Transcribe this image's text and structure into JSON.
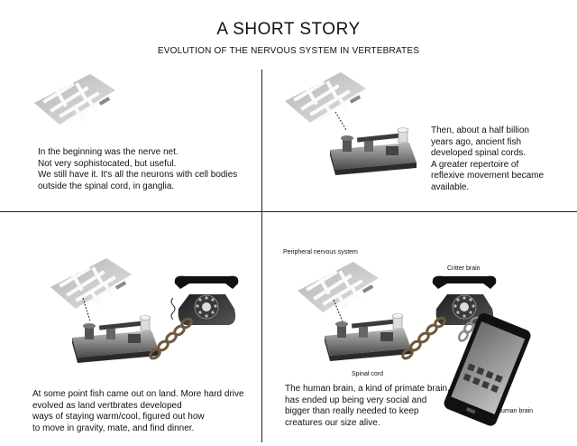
{
  "header": {
    "title": "A SHORT STORY",
    "subtitle": "EVOLUTION OF THE NERVOUS SYSTEM IN VERTEBRATES"
  },
  "panels": {
    "nerve_net": {
      "lines": [
        "In the beginning was the nerve net.",
        "Not very sophistocated, but useful.",
        "We still have it. It's all the neurons with cell bodies",
        "outside the spinal cord, in ganglia."
      ]
    },
    "spinal_cord": {
      "lines": [
        "Then, about a half billion",
        "years ago, ancient fish",
        "developed spinal cords.",
        "A greater repertoire of",
        "reflexive movement became",
        "available."
      ]
    },
    "land": {
      "lines": [
        "At some point fish came out on land. More hard drive",
        "evolved as land vertbrates developed",
        "ways of staying warm/cool, figured out how",
        "to move in gravity, mate, and find dinner."
      ]
    },
    "human": {
      "lines": [
        "The human brain, a kind of primate brain,",
        "has ended up being very social and",
        "bigger than really needed to keep",
        "creatures our size alive."
      ],
      "labels": {
        "peripheral": "Peripheral nervous system",
        "critter": "Critter brain",
        "spinal": "Spinal cord",
        "human_brain": "Human brain"
      }
    }
  },
  "icons": [
    "nerve-net-switch-icon",
    "telegraph-key-icon",
    "rotary-telephone-icon",
    "chain-icon",
    "smartphone-icon"
  ]
}
